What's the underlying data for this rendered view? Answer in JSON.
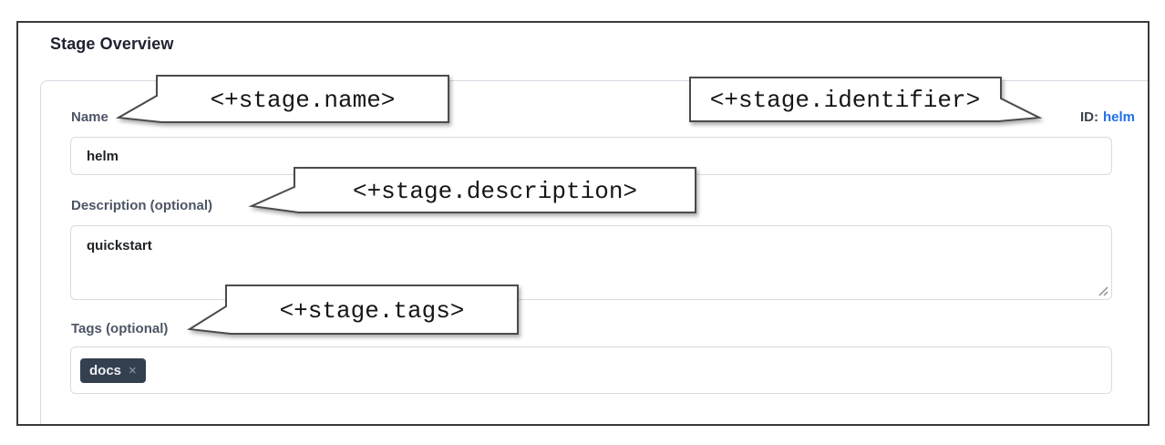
{
  "page": {
    "title": "Stage Overview"
  },
  "form": {
    "name": {
      "label": "Name",
      "value": "helm"
    },
    "identifier": {
      "label": "ID:",
      "value": "helm"
    },
    "description": {
      "label": "Description (optional)",
      "value": "quickstart"
    },
    "tags": {
      "label": "Tags (optional)",
      "chips": [
        {
          "text": "docs",
          "remove_icon": "×"
        }
      ]
    }
  },
  "callouts": {
    "name": "<+stage.name>",
    "identifier": "<+stage.identifier>",
    "description": "<+stage.description>",
    "tags": "<+stage.tags>"
  },
  "colors": {
    "id_link_blue": "#2170e8",
    "tag_chip_bg": "#34404f",
    "label_slate": "#4d5566",
    "frame_border": "#3a3a3e"
  }
}
